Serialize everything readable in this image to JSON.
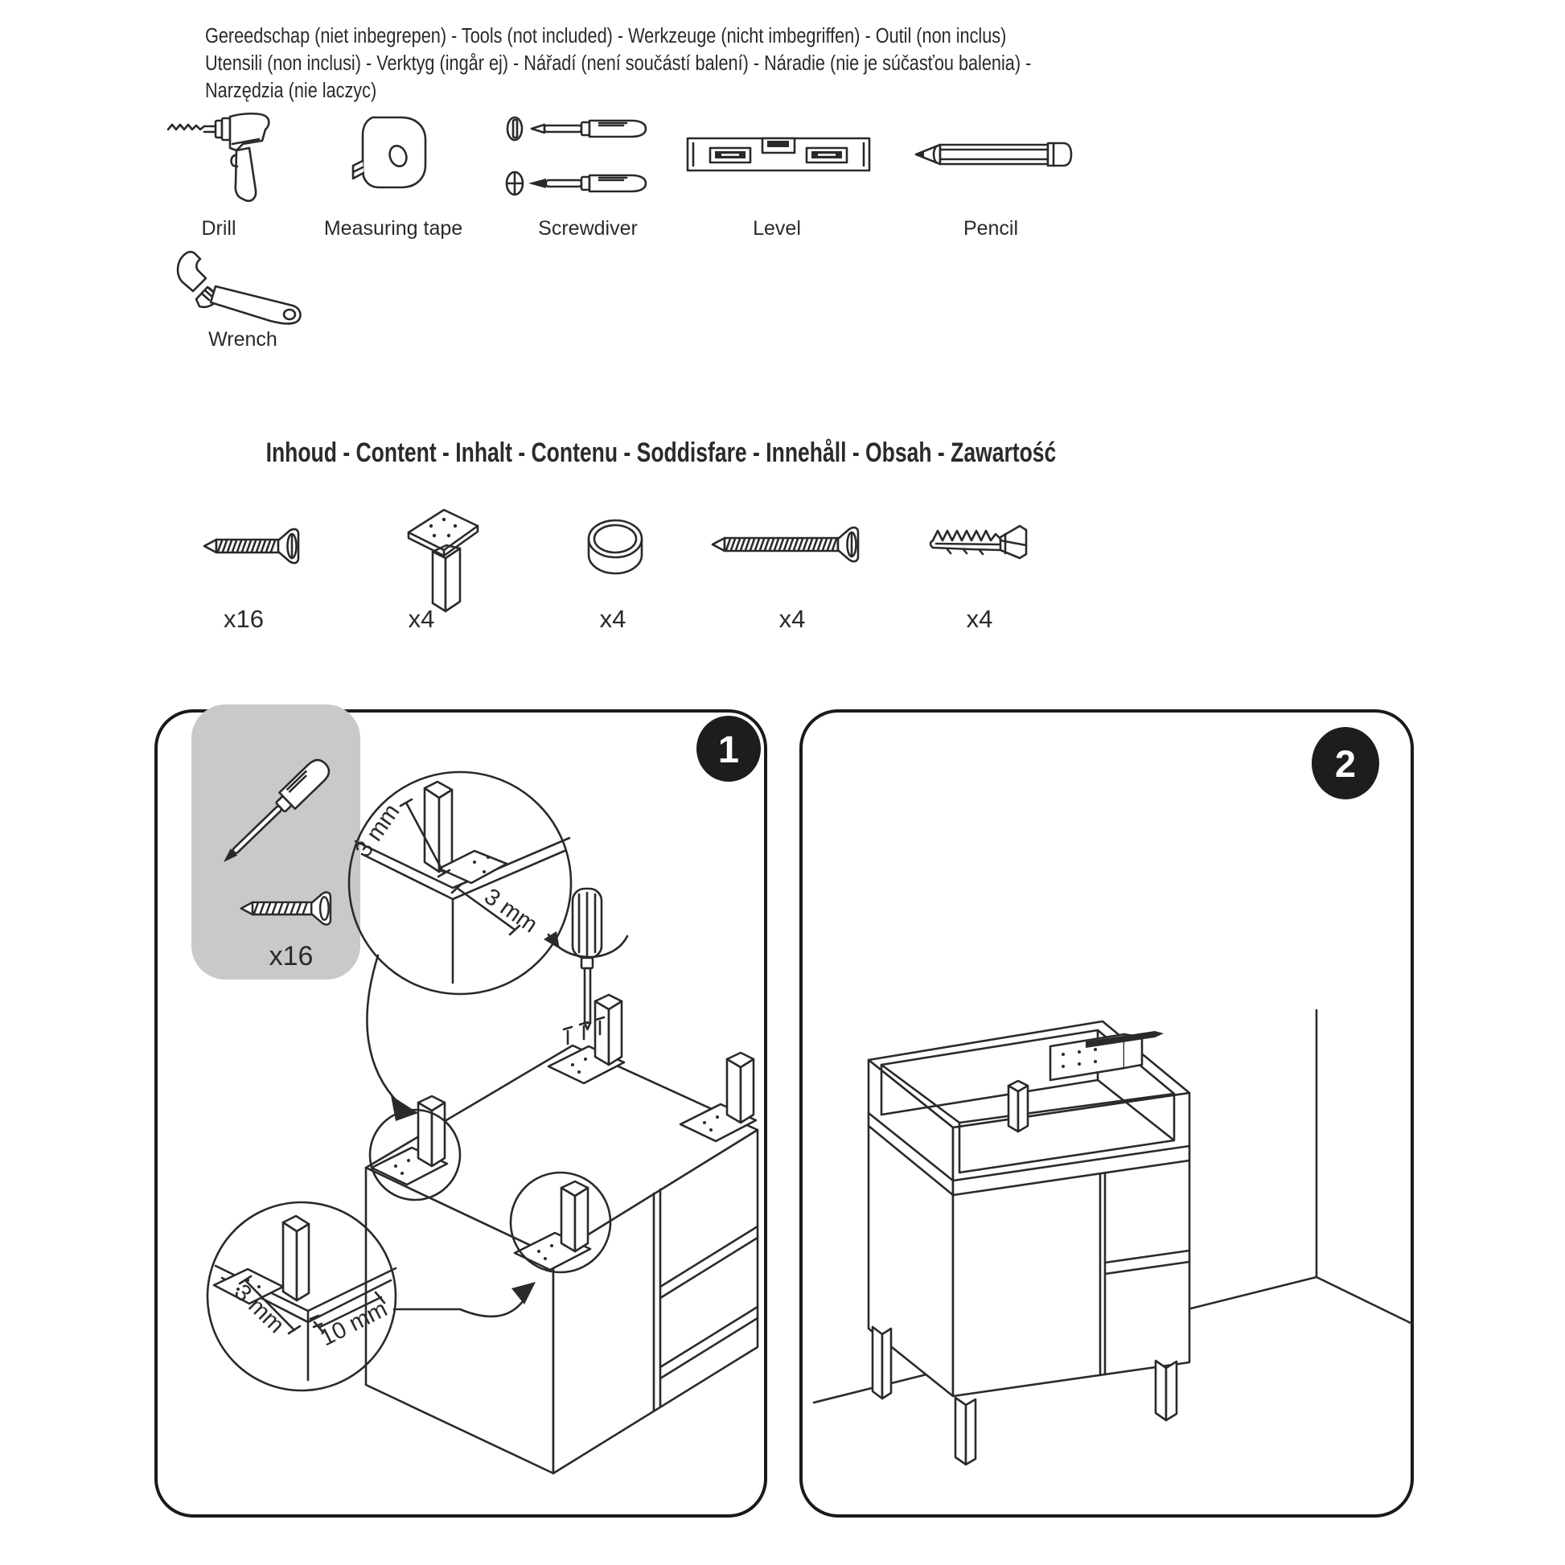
{
  "colors": {
    "ink": "#2b2a29",
    "panel_border": "#1b1a19",
    "gray_box": "#c9c9c9",
    "badge_bg": "#1d1d1b",
    "badge_fg": "#ffffff"
  },
  "header": {
    "line1": "Gereedschap (niet inbegrepen) - Tools (not included) -  Werkzeuge (nicht imbegriffen) - Outil (non inclus)",
    "line2": "Utensili (non inclusi) - Verktyg (ingår ej) - Nářadí (není součástí balení) - Náradie (nie je súčasťou balenia) -",
    "line3": "Narzędzia (nie laczyc)"
  },
  "tools": {
    "items": [
      {
        "id": "drill",
        "label": "Drill"
      },
      {
        "id": "measuring-tape",
        "label": "Measuring tape"
      },
      {
        "id": "screwdriver",
        "label": "Screwdiver"
      },
      {
        "id": "level",
        "label": "Level"
      },
      {
        "id": "pencil",
        "label": "Pencil"
      },
      {
        "id": "wrench",
        "label": "Wrench"
      }
    ]
  },
  "content": {
    "title": "Inhoud - Content - Inhalt - Contenu - Soddisfare - Innehåll - Obsah - Zawartość",
    "parts": [
      {
        "id": "short-screw",
        "count": "x16"
      },
      {
        "id": "leg-bracket",
        "count": "x4"
      },
      {
        "id": "ring",
        "count": "x4"
      },
      {
        "id": "long-screw",
        "count": "x4"
      },
      {
        "id": "wall-plug",
        "count": "x4"
      }
    ]
  },
  "step1": {
    "badge": "1",
    "inset_count": "x16",
    "dims": {
      "circle_top_a": "3 mm",
      "circle_top_b": "3 mm",
      "circle_bottom_a": "3 mm",
      "circle_bottom_b": "10 mm"
    }
  },
  "step2": {
    "badge": "2"
  }
}
